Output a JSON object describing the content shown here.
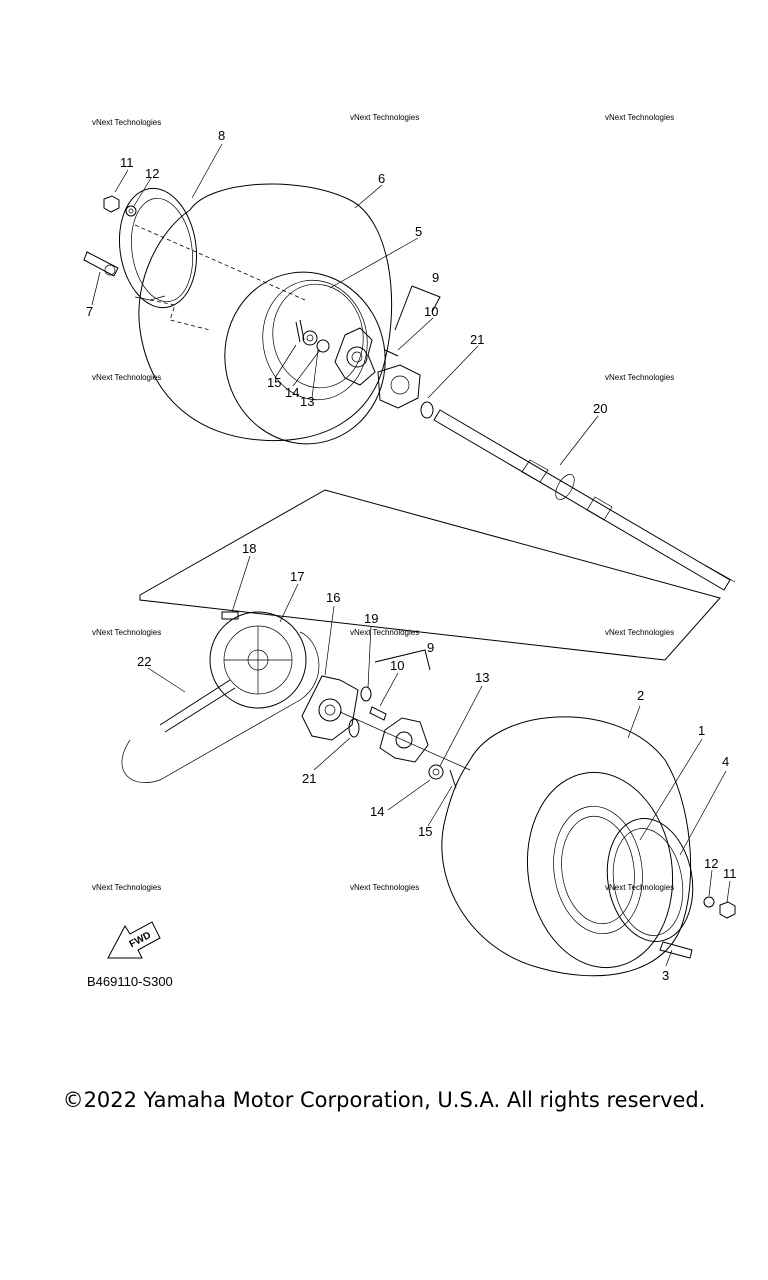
{
  "callouts": {
    "p1": "1",
    "p2": "2",
    "p3": "3",
    "p4": "4",
    "p5": "5",
    "p6": "6",
    "p7": "7",
    "p8": "8",
    "p9a": "9",
    "p9b": "9",
    "p10a": "10",
    "p10b": "10",
    "p11a": "11",
    "p11b": "11",
    "p12a": "12",
    "p12b": "12",
    "p13a": "13",
    "p13b": "13",
    "p14a": "14",
    "p14b": "14",
    "p15a": "15",
    "p15b": "15",
    "p16": "16",
    "p17": "17",
    "p18": "18",
    "p19": "19",
    "p20": "20",
    "p21a": "21",
    "p21b": "21",
    "p22": "22"
  },
  "watermark": "vNext Technologies",
  "fwd_label": "FWD",
  "diagram_code": "B469110-S300",
  "copyright": "©2022 Yamaha Motor Corporation, U.S.A. All rights reserved."
}
